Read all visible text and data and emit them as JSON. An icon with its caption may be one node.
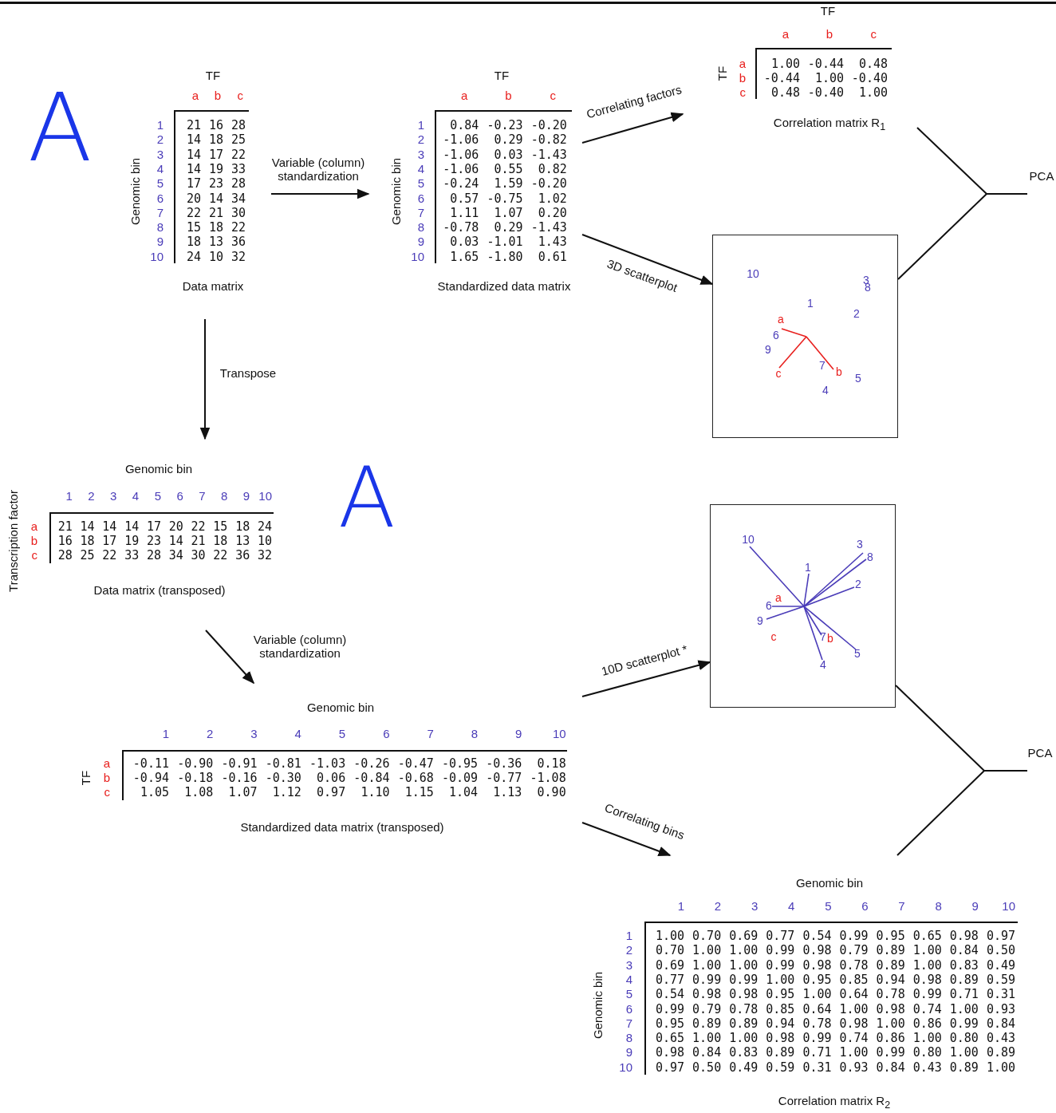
{
  "diagram": {
    "nodes": [
      {
        "text": [
          "TF",
          "Genomic bin",
          "a",
          "b",
          "c",
          "1",
          "21",
          "16",
          "28",
          "2",
          "14",
          "18",
          "25",
          "3",
          "14",
          "17",
          "22",
          "4",
          "14",
          "19",
          "33",
          "5",
          "17",
          "23",
          "28",
          "6",
          "20",
          "14",
          "34",
          "7",
          "22",
          "21",
          "30",
          "8",
          "15",
          "18",
          "22",
          "9",
          "18",
          "13",
          "36",
          "10",
          "24",
          "10",
          "32",
          "Data matrix"
        ]
      },
      {
        "text": [
          "TF",
          "Genomic bin",
          "a",
          "b",
          "c",
          "1",
          "0.84",
          "-0.23",
          "-0.20",
          "2",
          "-1.06",
          "0.29",
          "-0.82",
          "3",
          "-1.06",
          "0.03",
          "-1.43",
          "4",
          "-1.06",
          "0.55",
          "0.82",
          "5",
          "-0.24",
          "1.59",
          "-0.20",
          "6",
          "0.57",
          "-0.75",
          "1.02",
          "7",
          "1.11",
          "1.07",
          "0.20",
          "8",
          "-0.78",
          "0.29",
          "-1.43",
          "9",
          "0.03",
          "-1.01",
          "1.43",
          "10",
          "1.65",
          "-1.80",
          "0.61",
          "Standardized data matrix"
        ]
      },
      {
        "text": [
          "TF",
          "TF",
          "a",
          "b",
          "c",
          "a",
          "1.00",
          "-0.44",
          "0.48",
          "b",
          "-0.44",
          "1.00",
          "-0.40",
          "c",
          "0.48",
          "-0.40",
          "1.00",
          "Correlation matrix R$_{1}$"
        ]
      },
      {
        "text": [
          "PCA"
        ]
      },
      {
        "text": [
          "10",
          "3",
          "8",
          "1",
          "2",
          "a",
          "6",
          "9",
          "c",
          "7",
          "b",
          "5",
          "4"
        ]
      },
      {
        "text": [
          "Genomic bin",
          "Transcription factor",
          "1",
          "2",
          "3",
          "4",
          "5",
          "6",
          "7",
          "8",
          "9",
          "10",
          "a",
          "21",
          "14",
          "14",
          "14",
          "17",
          "20",
          "22",
          "15",
          "18",
          "24",
          "b",
          "16",
          "18",
          "17",
          "19",
          "23",
          "14",
          "21",
          "18",
          "13",
          "10",
          "c",
          "28",
          "25",
          "22",
          "33",
          "28",
          "34",
          "30",
          "22",
          "36",
          "32",
          "Data matrix (transposed)"
        ]
      },
      {
        "text": [
          "10",
          "3",
          "8",
          "1",
          "2",
          "a",
          "6",
          "9",
          "c",
          "7",
          "b",
          "5",
          "4"
        ]
      },
      {
        "text": [
          "Genomic bin",
          "TF",
          "1",
          "2",
          "3",
          "4",
          "5",
          "6",
          "7",
          "8",
          "9",
          "10",
          "a",
          "-0.11",
          "-0.90",
          "-0.91",
          "-0.81",
          "-1.03",
          "-0.26",
          "-0.47",
          "-0.95",
          "-0.36",
          "0.18",
          "b",
          "-0.94",
          "-0.18",
          "-0.16",
          "-0.30",
          "0.06",
          "-0.84",
          "-0.68",
          "-0.09",
          "-0.77",
          "-1.08",
          "c",
          "1.05",
          "1.08",
          "1.07",
          "1.12",
          "0.97",
          "1.10",
          "1.15",
          "1.04",
          "1.13",
          "0.90",
          "Standardized data matrix (transposed)"
        ]
      },
      {
        "text": [
          "PCA"
        ]
      },
      {
        "text": [
          "Genomic bin",
          "Genomic bin",
          "1",
          "2",
          "3",
          "4",
          "5",
          "6",
          "7",
          "8",
          "9",
          "10",
          "1",
          "1.00",
          "0.70",
          "0.69",
          "0.77",
          "0.54",
          "0.99",
          "0.95",
          "0.65",
          "0.98",
          "0.97",
          "2",
          "0.70",
          "1.00",
          "1.00",
          "0.99",
          "0.98",
          "0.79",
          "0.89",
          "1.00",
          "0.84",
          "0.50",
          "3",
          "0.69",
          "1.00",
          "1.00",
          "0.99",
          "0.98",
          "0.78",
          "0.89",
          "1.00",
          "0.83",
          "0.49",
          "4",
          "0.77",
          "0.99",
          "0.99",
          "1.00",
          "0.95",
          "0.85",
          "0.94",
          "0.98",
          "0.89",
          "0.59",
          "5",
          "0.54",
          "0.98",
          "0.98",
          "0.95",
          "1.00",
          "0.64",
          "0.78",
          "0.99",
          "0.71",
          "0.31",
          "6",
          "0.99",
          "0.79",
          "0.78",
          "0.85",
          "0.64",
          "1.00",
          "0.98",
          "0.74",
          "1.00",
          "0.93",
          "7",
          "0.95",
          "0.89",
          "0.89",
          "0.94",
          "0.78",
          "0.98",
          "1.00",
          "0.86",
          "0.99",
          "0.84",
          "8",
          "0.65",
          "1.00",
          "1.00",
          "0.98",
          "0.99",
          "0.74",
          "0.86",
          "1.00",
          "0.80",
          "0.43",
          "9",
          "0.98",
          "0.84",
          "0.83",
          "0.89",
          "0.71",
          "1.00",
          "0.99",
          "0.80",
          "1.00",
          "0.89",
          "10",
          "0.97",
          "0.50",
          "0.49",
          "0.59",
          "0.31",
          "0.93",
          "0.84",
          "0.43",
          "0.89",
          "1.00",
          "Correlation matrix R$_{2}$"
        ]
      }
    ],
    "edges": [
      {
        "from": 0,
        "to": 1,
        "arrow": "to",
        "label": "Variable (column) standardization"
      },
      {
        "from": 0,
        "to": 5,
        "arrow": "to",
        "label": "Transpose"
      },
      {
        "from": 1,
        "to": 2,
        "arrow": "to",
        "label": "Correlating factors"
      },
      {
        "from": 1,
        "to": 4,
        "arrow": "to",
        "label": "3D scatterplot"
      },
      {
        "from": 5,
        "to": 7,
        "arrow": "to",
        "label": "Variable (column) standardization"
      },
      {
        "from": 7,
        "to": 6,
        "arrow": "to",
        "label": "10D scatterplot *"
      },
      {
        "from": 7,
        "to": 9,
        "arrow": "to",
        "label": "Correlating bins"
      },
      {
        "from": 2,
        "to": 3,
        "arrow": "none"
      },
      {
        "from": 4,
        "to": 3,
        "arrow": "none"
      },
      {
        "from": 6,
        "to": 8,
        "arrow": "none"
      },
      {
        "from": 9,
        "to": 8,
        "arrow": "none"
      }
    ],
    "labels": [
      "A",
      "A"
    ]
  }
}
